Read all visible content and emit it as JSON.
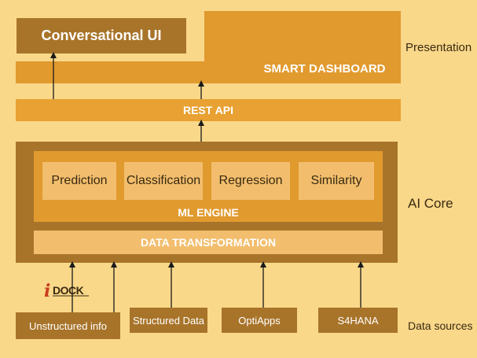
{
  "presentation": {
    "conversational_ui": "Conversational UI",
    "smart_dashboard": "SMART DASHBOARD",
    "layer_label": "Presentation"
  },
  "rest_api": {
    "label": "REST API"
  },
  "ai_core": {
    "layer_label": "AI Core",
    "ml_engine_label": "ML ENGINE",
    "models": [
      "Prediction",
      "Classification",
      "Regression",
      "Similarity"
    ],
    "data_transformation": "DATA TRANSFORMATION"
  },
  "data_sources": {
    "layer_label": "Data sources",
    "items": [
      "Unstructured info",
      "Structured Data",
      "OptiApps",
      "S4HANA"
    ],
    "logo": {
      "letter": "i",
      "text": "DOCK"
    }
  },
  "colors": {
    "background": "#f9d88a",
    "orange": "#e19a2e",
    "brown": "#a8742a",
    "light": "#f2be6e"
  }
}
